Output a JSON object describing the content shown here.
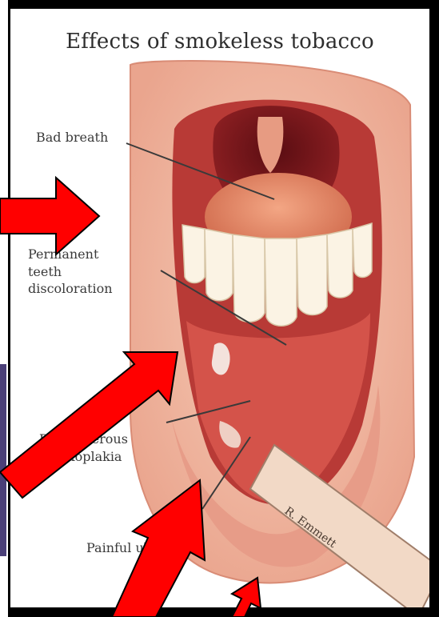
{
  "title": "Effects of smokeless tobacco",
  "labels": {
    "bad_breath": "Bad breath",
    "discoloration": [
      "Permanent",
      "teeth",
      "discoloration"
    ],
    "precancerous": [
      "Precancerous",
      "leukoplakia"
    ],
    "ulcers": "Painful ulcers"
  },
  "signature": "R. Emmett",
  "colors": {
    "arrow": "#ff0000",
    "skin": "#f2b8a0",
    "mouth_inner": "#c0433f",
    "tongue": "#e58b6a",
    "teeth": "#fbf3e4",
    "background": "#000000",
    "left_panel": "#4a3f78"
  },
  "icons": [
    "arrow-icon"
  ]
}
